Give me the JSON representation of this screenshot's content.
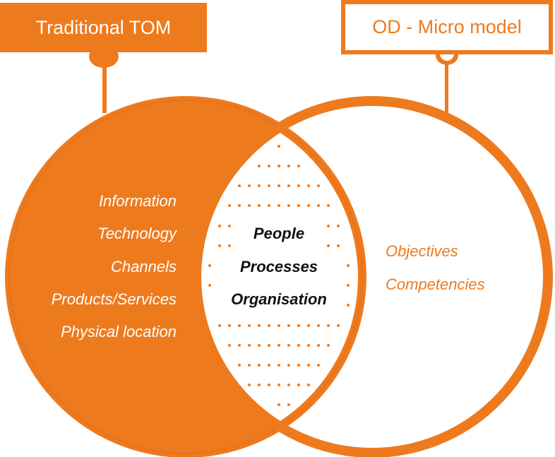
{
  "colors": {
    "accent": "#EE7A1E",
    "overlap_text": "#111111",
    "left_text": "#FFFFFF"
  },
  "left_set": {
    "title": "Traditional TOM",
    "items": [
      "Information",
      "Technology",
      "Channels",
      "Products/Services",
      "Physical location"
    ]
  },
  "right_set": {
    "title": "OD - Micro model",
    "items": [
      "Objectives",
      "Competencies"
    ]
  },
  "overlap": {
    "items": [
      "People",
      "Processes",
      "Organisation"
    ]
  }
}
